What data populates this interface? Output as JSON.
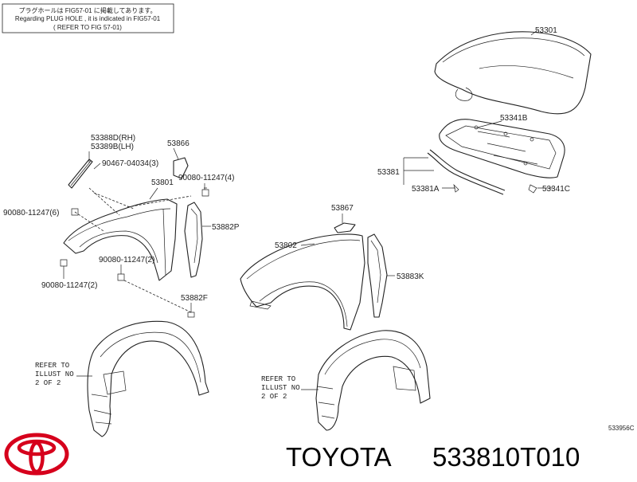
{
  "note": {
    "line1": "プラグホールは FIG57-01 に掲載してあります。",
    "line2": "Regarding PLUG HOLE , it is indicated in FIG57-01",
    "line3": "( REFER TO FIG 57-01)"
  },
  "callouts": {
    "p53301": "53301",
    "p53341B": "53341B",
    "p53381": "53381",
    "p53381A": "53381A",
    "p53341C": "53341C",
    "p53388D": "53388D(RH)",
    "p53389B": "53389B(LH)",
    "p90467": "90467-04034(3)",
    "p53866": "53866",
    "p90080_4": "90080-11247(4)",
    "p53801": "53801",
    "p90080_6": "90080-11247(6)",
    "p53882P": "53882P",
    "p90080_2a": "90080-11247(2)",
    "p90080_2b": "90080-11247(2)",
    "p53882F": "53882F",
    "p53867": "53867",
    "p53802": "53802",
    "p53883K": "53883K"
  },
  "refer_left": [
    "REFER TO",
    "ILLUST NO",
    "2 OF 2"
  ],
  "refer_right": [
    "REFER TO",
    "ILLUST NO",
    "2 OF 2"
  ],
  "figure_code": "533956C",
  "footer": {
    "brand": "TOYOTA",
    "part_number": "533810T010",
    "logo_color": "#d6001c"
  }
}
